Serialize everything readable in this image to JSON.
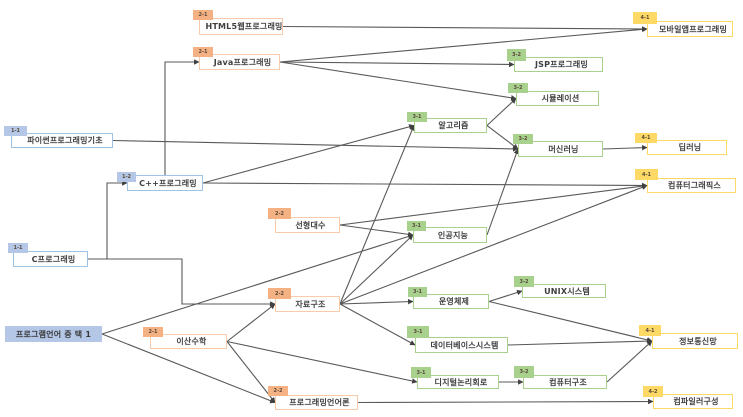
{
  "diagram": {
    "edge_color": "#595959",
    "groups": {
      "year1": {
        "tag_color": "#b4c7e7",
        "border_color": "#9dc3e6",
        "fill": "#b4c7e7"
      },
      "year2": {
        "tag_color": "#f4b183",
        "border_color": "#f8cbad"
      },
      "year3": {
        "tag_color": "#a9d18e",
        "border_color": "#a9d18e"
      },
      "year4": {
        "tag_color": "#ffd966",
        "border_color": "#ffd966"
      }
    },
    "nodes": [
      {
        "id": "python",
        "label": "파이썬프로그래밍기초",
        "tag": "1-1",
        "group": "year1"
      },
      {
        "id": "cpp",
        "label": "C++프로그래밍",
        "tag": "1-2",
        "group": "year1"
      },
      {
        "id": "c",
        "label": "C프로그래밍",
        "tag": "1-1",
        "group": "year1"
      },
      {
        "id": "choice",
        "label": "프로그램언어 중 택 1",
        "tag": null,
        "group": "year1",
        "highlight": true
      },
      {
        "id": "discrete",
        "label": "이산수학",
        "tag": "2-1",
        "group": "year2"
      },
      {
        "id": "html5",
        "label": "HTML5웹프로그래밍",
        "tag": "2-1",
        "group": "year2"
      },
      {
        "id": "java",
        "label": "Java프로그래밍",
        "tag": "2-1",
        "group": "year2"
      },
      {
        "id": "linear",
        "label": "선형대수",
        "tag": "2-2",
        "group": "year2"
      },
      {
        "id": "ds",
        "label": "자료구조",
        "tag": "2-2",
        "group": "year2"
      },
      {
        "id": "plt",
        "label": "프로그래밍언어론",
        "tag": "2-2",
        "group": "year2"
      },
      {
        "id": "algo",
        "label": "알고리즘",
        "tag": "3-1",
        "group": "year3"
      },
      {
        "id": "ai",
        "label": "인공지능",
        "tag": "3-1",
        "group": "year3"
      },
      {
        "id": "os",
        "label": "운영체제",
        "tag": "3-1",
        "group": "year3"
      },
      {
        "id": "db",
        "label": "데이터베이스시스템",
        "tag": "3-1",
        "group": "year3"
      },
      {
        "id": "dlc",
        "label": "디지털논리회로",
        "tag": "3-1",
        "group": "year3"
      },
      {
        "id": "jsp",
        "label": "JSP프로그래밍",
        "tag": "3-2",
        "group": "year3"
      },
      {
        "id": "sim",
        "label": "시뮬레이션",
        "tag": "3-2",
        "group": "year3"
      },
      {
        "id": "ml",
        "label": "머신러닝",
        "tag": "3-2",
        "group": "year3"
      },
      {
        "id": "unix",
        "label": "UNIX시스템",
        "tag": "3-2",
        "group": "year3"
      },
      {
        "id": "arch",
        "label": "컴퓨터구조",
        "tag": "3-2",
        "group": "year3"
      },
      {
        "id": "mobile",
        "label": "모바일앱프로그래밍",
        "tag": "4-1",
        "group": "year4"
      },
      {
        "id": "dl",
        "label": "딥러닝",
        "tag": "4-1",
        "group": "year4"
      },
      {
        "id": "cg",
        "label": "컴퓨터그래픽스",
        "tag": "4-1",
        "group": "year4"
      },
      {
        "id": "net",
        "label": "정보통신망",
        "tag": "4-1",
        "group": "year4"
      },
      {
        "id": "compiler",
        "label": "컴파일러구성",
        "tag": "4-2",
        "group": "year4"
      }
    ],
    "edges": [
      {
        "from": "html5",
        "to": "mobile"
      },
      {
        "from": "java",
        "to": "mobile"
      },
      {
        "from": "java",
        "to": "jsp"
      },
      {
        "from": "java",
        "to": "sim"
      },
      {
        "from": "cpp",
        "to": "java"
      },
      {
        "from": "c",
        "to": "cpp"
      },
      {
        "from": "c",
        "to": "ds"
      },
      {
        "from": "python",
        "to": "ml"
      },
      {
        "from": "cpp",
        "to": "algo"
      },
      {
        "from": "cpp",
        "to": "cg"
      },
      {
        "from": "linear",
        "to": "ai"
      },
      {
        "from": "linear",
        "to": "cg"
      },
      {
        "from": "ds",
        "to": "algo"
      },
      {
        "from": "ds",
        "to": "ai"
      },
      {
        "from": "ds",
        "to": "cg"
      },
      {
        "from": "ds",
        "to": "os"
      },
      {
        "from": "ds",
        "to": "db"
      },
      {
        "from": "choice",
        "to": "ai"
      },
      {
        "from": "choice",
        "to": "plt"
      },
      {
        "from": "discrete",
        "to": "ds"
      },
      {
        "from": "discrete",
        "to": "dlc"
      },
      {
        "from": "discrete",
        "to": "plt"
      },
      {
        "from": "algo",
        "to": "sim"
      },
      {
        "from": "algo",
        "to": "ml"
      },
      {
        "from": "ai",
        "to": "ml"
      },
      {
        "from": "ml",
        "to": "dl"
      },
      {
        "from": "os",
        "to": "unix"
      },
      {
        "from": "os",
        "to": "net"
      },
      {
        "from": "db",
        "to": "net"
      },
      {
        "from": "dlc",
        "to": "arch"
      },
      {
        "from": "arch",
        "to": "net"
      },
      {
        "from": "plt",
        "to": "compiler"
      }
    ]
  }
}
